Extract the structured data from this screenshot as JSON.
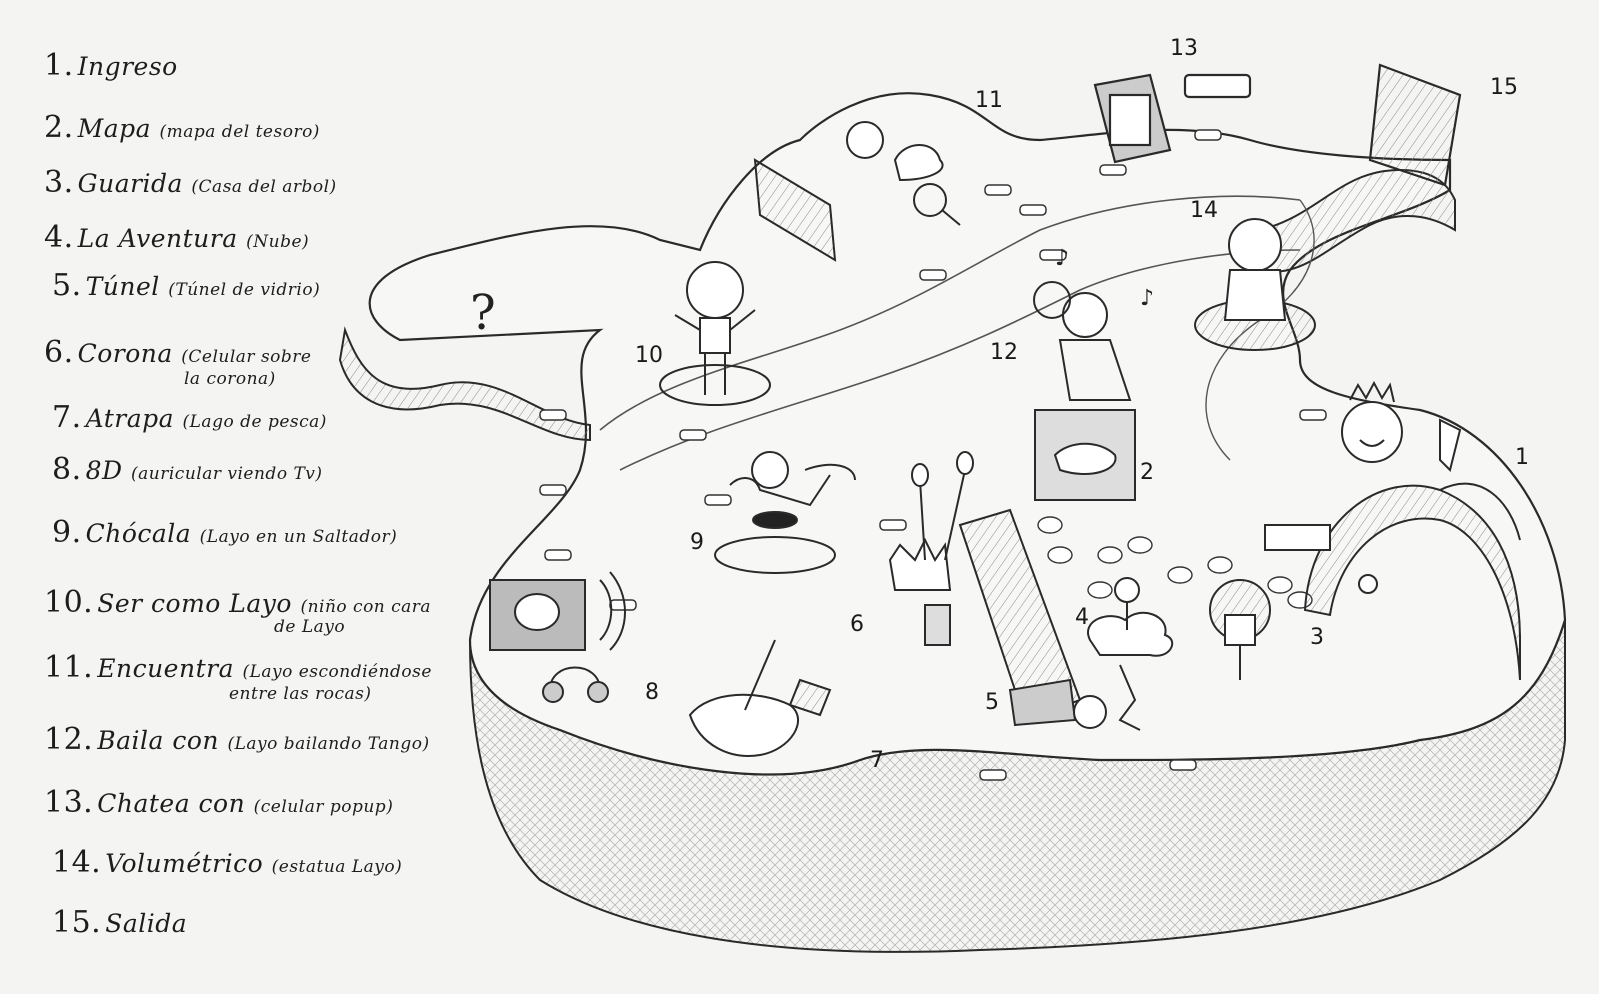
{
  "legend": [
    {
      "num": "1.",
      "name": "Ingreso",
      "desc": "",
      "desc2": ""
    },
    {
      "num": "2.",
      "name": "Mapa",
      "desc": "(mapa del tesoro)",
      "desc2": ""
    },
    {
      "num": "3.",
      "name": "Guarida",
      "desc": "(Casa del arbol)",
      "desc2": ""
    },
    {
      "num": "4.",
      "name": "La Aventura",
      "desc": "(Nube)",
      "desc2": ""
    },
    {
      "num": "5.",
      "name": "Túnel",
      "desc": "(Túnel de vidrio)",
      "desc2": ""
    },
    {
      "num": "6.",
      "name": "Corona",
      "desc": "(Celular sobre",
      "desc2": "la corona)"
    },
    {
      "num": "7.",
      "name": "Atrapa",
      "desc": "(Lago de pesca)",
      "desc2": ""
    },
    {
      "num": "8.",
      "name": "8D",
      "desc": "(auricular viendo Tv)",
      "desc2": ""
    },
    {
      "num": "9.",
      "name": "Chócala",
      "desc": "(Layo en un Saltador)",
      "desc2": ""
    },
    {
      "num": "10.",
      "name": "Ser como Layo",
      "desc": "(niño con cara",
      "desc2": "de Layo"
    },
    {
      "num": "11.",
      "name": "Encuentra",
      "desc": "(Layo escondiéndose",
      "desc2": "entre las rocas)"
    },
    {
      "num": "12.",
      "name": "Baila con",
      "desc": "(Layo bailando Tango)",
      "desc2": ""
    },
    {
      "num": "13.",
      "name": "Chatea con",
      "desc": "(celular popup)",
      "desc2": ""
    },
    {
      "num": "14.",
      "name": "Volumétrico",
      "desc": "(estatua Layo)",
      "desc2": ""
    },
    {
      "num": "15.",
      "name": "Salida",
      "desc": "",
      "desc2": ""
    }
  ],
  "map_labels": [
    "1",
    "2",
    "3",
    "4",
    "5",
    "6",
    "7",
    "8",
    "9",
    "10",
    "11",
    "12",
    "13",
    "14",
    "15"
  ],
  "unknown_zone": "?",
  "colors": {
    "paper": "#f4f4f2",
    "pencil": "#2a2a2a",
    "shade": "#9a9a9a"
  }
}
